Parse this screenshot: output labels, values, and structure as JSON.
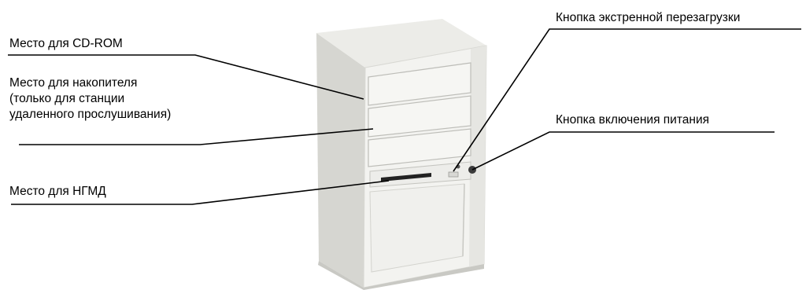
{
  "labels": {
    "cdrom": "Место для CD-ROM",
    "storage": [
      "Место для накопителя",
      "(только для станции",
      "удаленного прослушивания)"
    ],
    "fdd": "Место для НГМД",
    "reset": "Кнопка экстренной перезагрузки",
    "power": "Кнопка включения питания"
  },
  "colors": {
    "line": "#000000",
    "case_light": "#f2f2ef",
    "case_mid": "#e4e4e0",
    "case_shadow": "#cfcfca",
    "bay_edge": "#b8b8b3"
  }
}
